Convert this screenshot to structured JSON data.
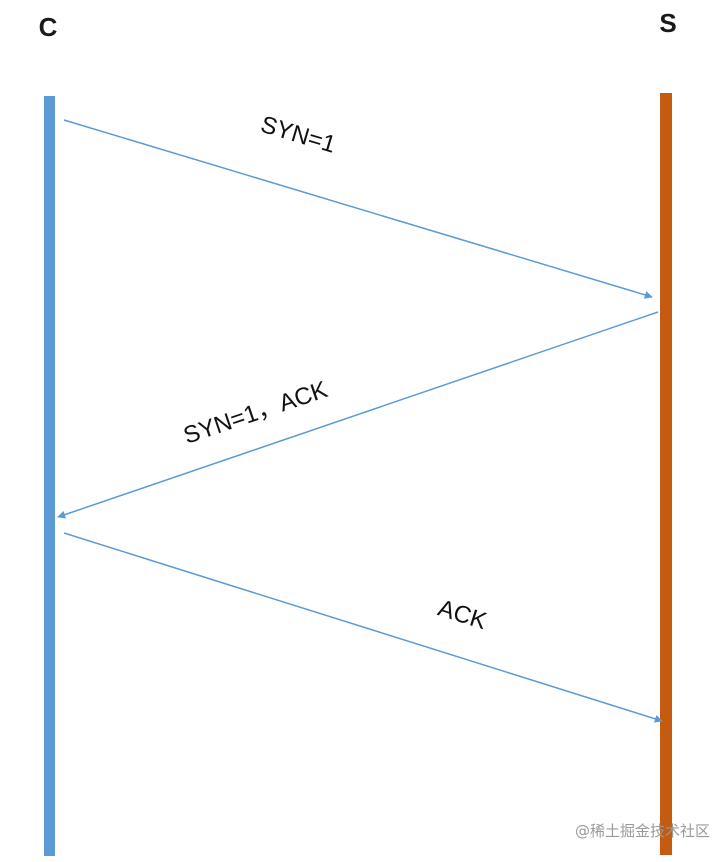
{
  "diagram": {
    "type": "sequence",
    "participants": {
      "client": {
        "label": "C",
        "color": "#5b9bd5"
      },
      "server": {
        "label": "S",
        "color": "#c55a11"
      }
    },
    "messages": [
      {
        "from": "client",
        "to": "server",
        "label": "SYN=1"
      },
      {
        "from": "server",
        "to": "client",
        "label": "SYN=1，ACK"
      },
      {
        "from": "client",
        "to": "server",
        "label": "ACK"
      }
    ],
    "arrow_color": "#5b9bd5"
  },
  "watermark": "@稀土掘金技术社区"
}
